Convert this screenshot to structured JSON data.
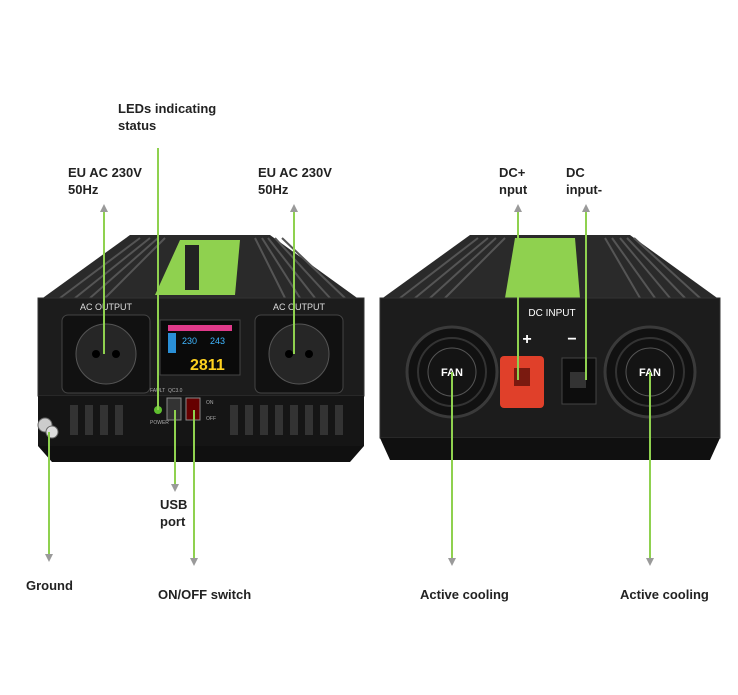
{
  "labels": {
    "leds": "LEDs indicating\nstatus",
    "eu_left": "EU AC 230V\n50Hz",
    "eu_right": "EU AC 230V\n50Hz",
    "dc_plus": "DC+\nnput",
    "dc_minus": "DC\ninput-",
    "usb": "USB\nport",
    "ground": "Ground",
    "onoff": "ON/OFF switch",
    "cooling_left": "Active cooling",
    "cooling_right": "Active cooling"
  },
  "device": {
    "ac_output_left": "AC OUTPUT",
    "ac_output_right": "AC OUTPUT",
    "dc_input": "DC INPUT",
    "fan_left": "FAN",
    "fan_right": "FAN",
    "plus_sign": "+",
    "minus_sign": "−",
    "display_ac_in": "230",
    "display_ac_out": "243",
    "display_big": "2811",
    "fault": "FAULT",
    "qc": "QC3.0",
    "power": "POWER",
    "on": "ON",
    "off": "OFF"
  },
  "colors": {
    "accent_green": "#8fd14f",
    "body_black": "#1c1c1c",
    "dc_plus_red": "#e0402a"
  }
}
